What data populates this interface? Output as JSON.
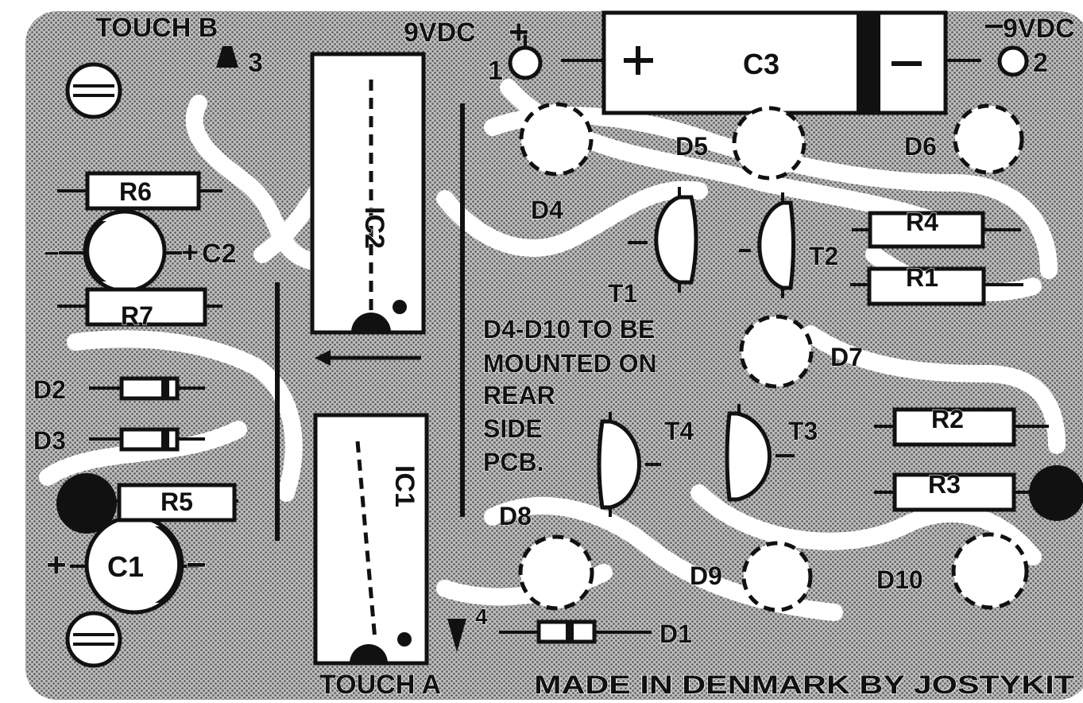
{
  "board": {
    "touch_b": "TOUCH B",
    "touch_a": "TOUCH A",
    "pin_3": "3",
    "pin_4": "4",
    "pin_1": "1",
    "pin_2": "2",
    "vdc_pos": "9VDC",
    "vdc_neg": "9VDC",
    "plus_sign": "+",
    "minus_sign": "−",
    "footer": "MADE IN DENMARK BY JOSTYKIT",
    "note_lines": [
      "D4-D10 TO BE",
      "MOUNTED ON",
      "REAR",
      "SIDE",
      "PCB."
    ]
  },
  "components": {
    "ic1": "IC1",
    "ic2": "IC2",
    "c1": "C1",
    "c2": "C2",
    "c3": "C3",
    "r1": "R1",
    "r2": "R2",
    "r3": "R3",
    "r4": "R4",
    "r5": "R5",
    "r6": "R6",
    "r7": "R7",
    "t1": "T1",
    "t2": "T2",
    "t3": "T3",
    "t4": "T4",
    "d1": "D1",
    "d2": "D2",
    "d3": "D3",
    "d4": "D4",
    "d5": "D5",
    "d6": "D6",
    "d7": "D7",
    "d8": "D8",
    "d9": "D9",
    "d10": "D10"
  }
}
